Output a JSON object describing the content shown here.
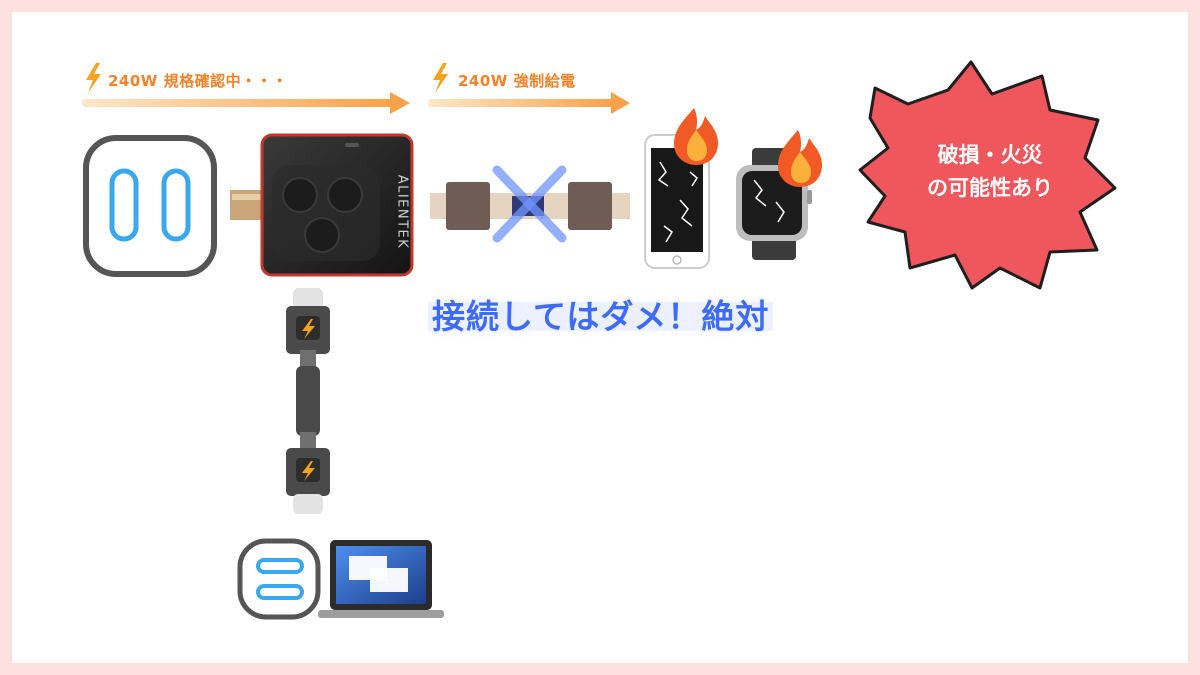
{
  "flow": {
    "step1_label": "240W 規格確認中・・・",
    "step2_label": "240W 強制給電"
  },
  "charger": {
    "brand": "ALIENTEK"
  },
  "warning_bubble": {
    "line1": "破損・火災",
    "line2": "の可能性あり"
  },
  "caption": "接続してはダメ！絶対",
  "colors": {
    "background_border": "#fde0e0",
    "flow_arrow": "#f7a24a",
    "warning_red": "#f0575d",
    "caption_blue": "#3d6bff",
    "port_blue": "#39a8f0",
    "cross_blue": "#6f95ff"
  }
}
